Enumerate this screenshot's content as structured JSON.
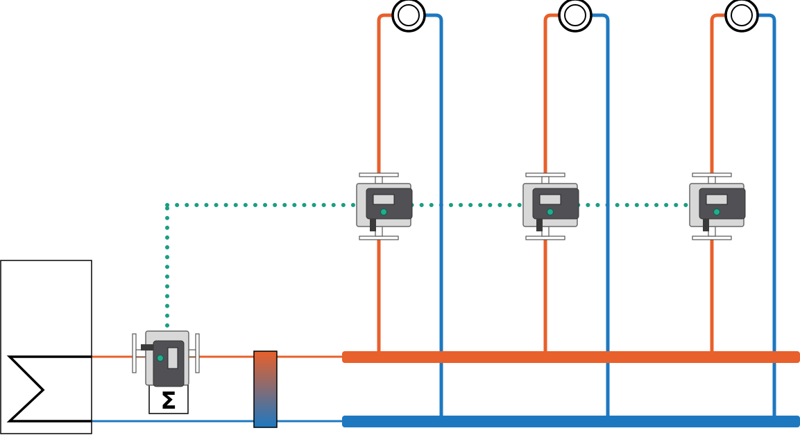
{
  "diagram": {
    "sum_symbol": "Σ",
    "colors": {
      "supply_pipe": "#E8602B",
      "return_pipe": "#1E78C0",
      "signal_line": "#1A9E84",
      "pump_body": "#505055",
      "pump_display": "#D7D7D7",
      "pump_led": "#1FAE8E",
      "pump_housing": "#D8D8D8",
      "outline": "#000000"
    },
    "heat_source": {
      "icon": "heat-exchanger-icon"
    },
    "primary_pump": {
      "icon": "circulator-pump-icon"
    },
    "heat_meter": {
      "icon": "heat-meter-icon"
    },
    "hydraulic_separator": {
      "icon": "hydraulic-separator-icon",
      "gradient": [
        "#E8602B",
        "#1E78C0"
      ]
    },
    "circuits": [
      {
        "id": "circuit-1",
        "pump_icon": "circulator-pump-icon",
        "consumer_icon": "radiator-valve-icon"
      },
      {
        "id": "circuit-2",
        "pump_icon": "circulator-pump-icon",
        "consumer_icon": "radiator-valve-icon"
      },
      {
        "id": "circuit-3",
        "pump_icon": "circulator-pump-icon",
        "consumer_icon": "radiator-valve-icon"
      }
    ]
  }
}
